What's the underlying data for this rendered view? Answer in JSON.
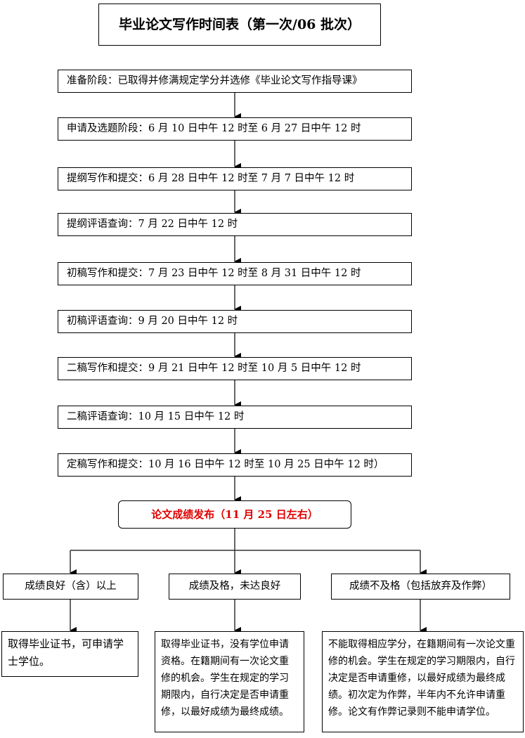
{
  "title": "毕业论文写作时间表（第一次/06 批次）",
  "steps": [
    "准备阶段：已取得并修满规定学分并选修《毕业论文写作指导课》",
    "申请及选题阶段：6 月 10 日中午 12 时至 6 月 27 日中午 12 时",
    "提纲写作和提交：6 月 28 日中午 12 时至 7 月 7 日中午 12 时",
    "提纲评语查询：7 月 22 日中午 12 时",
    "初稿写作和提交：7 月 23 日中午 12 时至 8 月 31 日中午 12 时",
    "初稿评语查询：9 月 20 日中午 12 时",
    "二稿写作和提交：9 月 21 日中午 12 时至 10 月 5 日中午 12 时",
    "二稿评语查询：10 月 15 日中午 12 时",
    "定稿写作和提交：10 月 16 日中午 12 时至 10 月 25 日中午 12 时）"
  ],
  "result": "论文成绩发布（11 月 25 日左右）",
  "result_color": "#e00000",
  "categories": [
    "成绩良好（含）以上",
    "成绩及格，未达良好",
    "成绩不及格（包括放弃及作弊）"
  ],
  "descriptions": [
    "取得毕业证书，可申请学士学位。",
    "取得毕业证书，没有学位申请资格。在籍期间有一次论文重修的机会。学生在规定的学习期限内，自行决定是否申请重修，以最好成绩为最终成绩。",
    "不能取得相应学分，在籍期间有一次论文重修的机会。学生在规定的学习期限内，自行决定是否申请重修，以最好成绩为最终成绩。初次定为作弊，半年内不允许申请重修。论文有作弊记录则不能申请学位。"
  ]
}
